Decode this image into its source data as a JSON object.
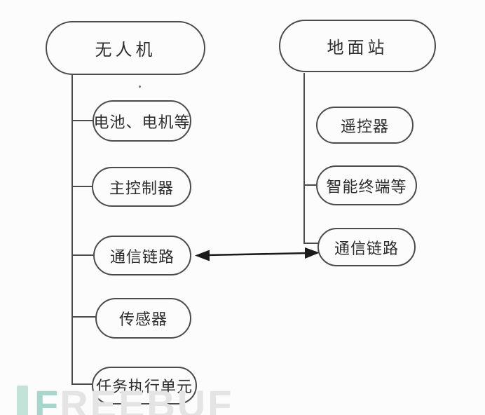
{
  "diagram": {
    "uav": {
      "title": "无人机",
      "children": [
        {
          "label": "电池、电机等"
        },
        {
          "label": "主控制器"
        },
        {
          "label": "通信链路"
        },
        {
          "label": "传感器"
        },
        {
          "label": "任务执行单元"
        }
      ]
    },
    "ground_station": {
      "title": "地面站",
      "children": [
        {
          "label": "遥控器"
        },
        {
          "label": "智能终端等"
        },
        {
          "label": "通信链路"
        }
      ]
    },
    "link": {
      "type": "bidirectional-arrow",
      "from": "无人机 通信链路",
      "to": "地面站 通信链路"
    }
  },
  "colors": {
    "background": "#fcfcfc",
    "line": "#4b4b4b",
    "arrow": "#1b1b1b",
    "text": "#2d2d2d",
    "watermark_teal": "#a9d6cb",
    "watermark_gray": "#e4e4e4"
  },
  "watermark": {
    "letter_f": "F",
    "letters_rest": "REEBUF"
  }
}
